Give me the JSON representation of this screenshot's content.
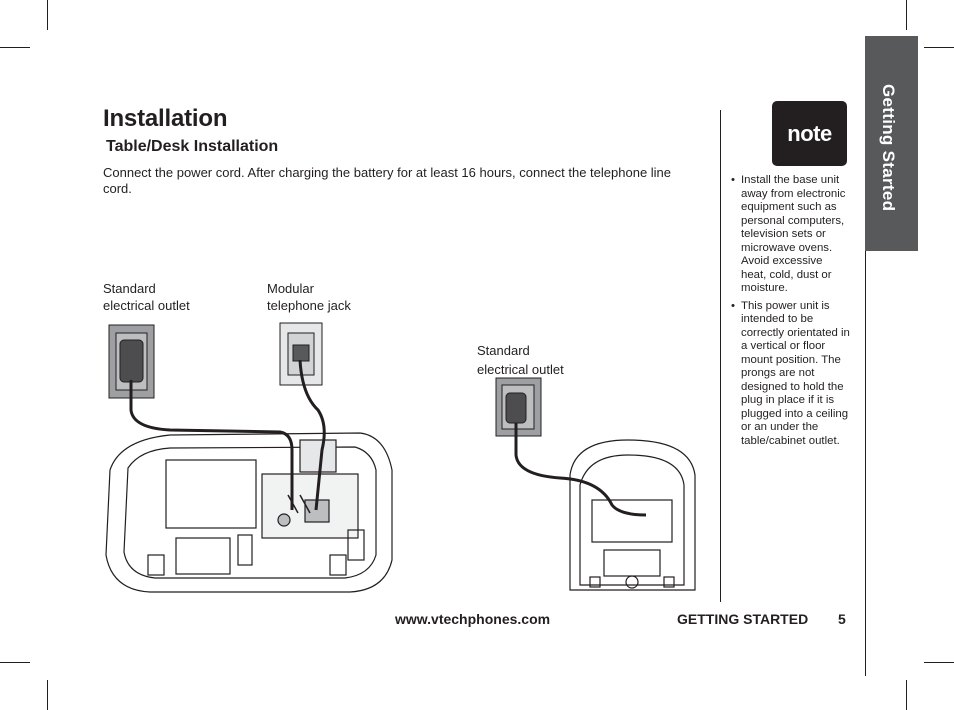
{
  "page": {
    "title": "Installation",
    "subtitle": "Table/Desk Installation",
    "intro": "Connect the power cord. After charging the battery for at least 16 hours, connect the telephone line cord."
  },
  "diagram": {
    "label_outlet_left_line1": "Standard",
    "label_outlet_left_line2": "electrical outlet",
    "label_jack_line1": "Modular",
    "label_jack_line2": "telephone jack",
    "label_outlet_right_line1": "Standard",
    "label_outlet_right_line2": "electrical outlet"
  },
  "note": {
    "badge": "note",
    "items": [
      "Install the base unit away from electronic equipment such as personal computers, television sets or microwave ovens. Avoid excessive heat, cold, dust or moisture.",
      "This power unit is intended to be correctly orientated in a vertical or floor mount position. The prongs are not designed to hold the plug in place if it is plugged into a ceiling or an under the table/cabinet outlet."
    ]
  },
  "sidebar": {
    "tab_label": "Getting Started"
  },
  "footer": {
    "url": "www.vtechphones.com",
    "section": "GETTING STARTED",
    "page_number": "5"
  },
  "colors": {
    "tab_gray": "#58595b",
    "ink": "#231f20"
  }
}
